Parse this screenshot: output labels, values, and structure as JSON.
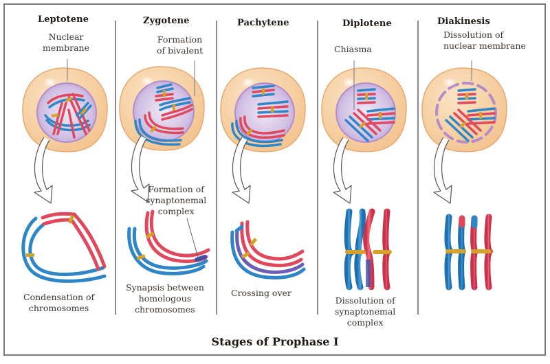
{
  "figure": {
    "title": "Stages of Prophase I",
    "colors": {
      "cell_cytoplasm": "#f7d3a5",
      "cell_outline": "#e8a872",
      "nucleus": "#c7b2dd",
      "nuclear_membrane": "#b48cc8",
      "chromosome_maternal": "#2f86c6",
      "chromosome_paternal": "#e0485e",
      "centromere_band": "#d6a32a",
      "divider": "#8a8a8a",
      "arrow_outline": "#555555"
    },
    "stages": [
      {
        "name": "Leptotene",
        "top_labels": [
          [
            "Nuclear",
            "membrane"
          ]
        ],
        "bottom_labels": [
          [
            "Condensation of",
            "chromosomes"
          ]
        ]
      },
      {
        "name": "Zygotene",
        "top_labels": [
          [
            "Formation",
            "of bivalent"
          ]
        ],
        "mid_labels": [
          [
            "Formation of",
            "synaptonemal",
            "complex"
          ]
        ],
        "bottom_labels": [
          [
            "Synapsis between",
            "homologous",
            "chromosomes"
          ]
        ]
      },
      {
        "name": "Pachytene",
        "top_labels": [],
        "bottom_labels": [
          [
            "Crossing over"
          ]
        ]
      },
      {
        "name": "Diplotene",
        "top_labels": [
          [
            "Chiasma"
          ]
        ],
        "bottom_labels": [
          [
            "Dissolution of",
            "synaptonemal",
            "complex"
          ]
        ]
      },
      {
        "name": "Diakinesis",
        "top_labels": [
          [
            "Dissolution of",
            "nuclear membrane"
          ]
        ],
        "bottom_labels": []
      }
    ]
  }
}
